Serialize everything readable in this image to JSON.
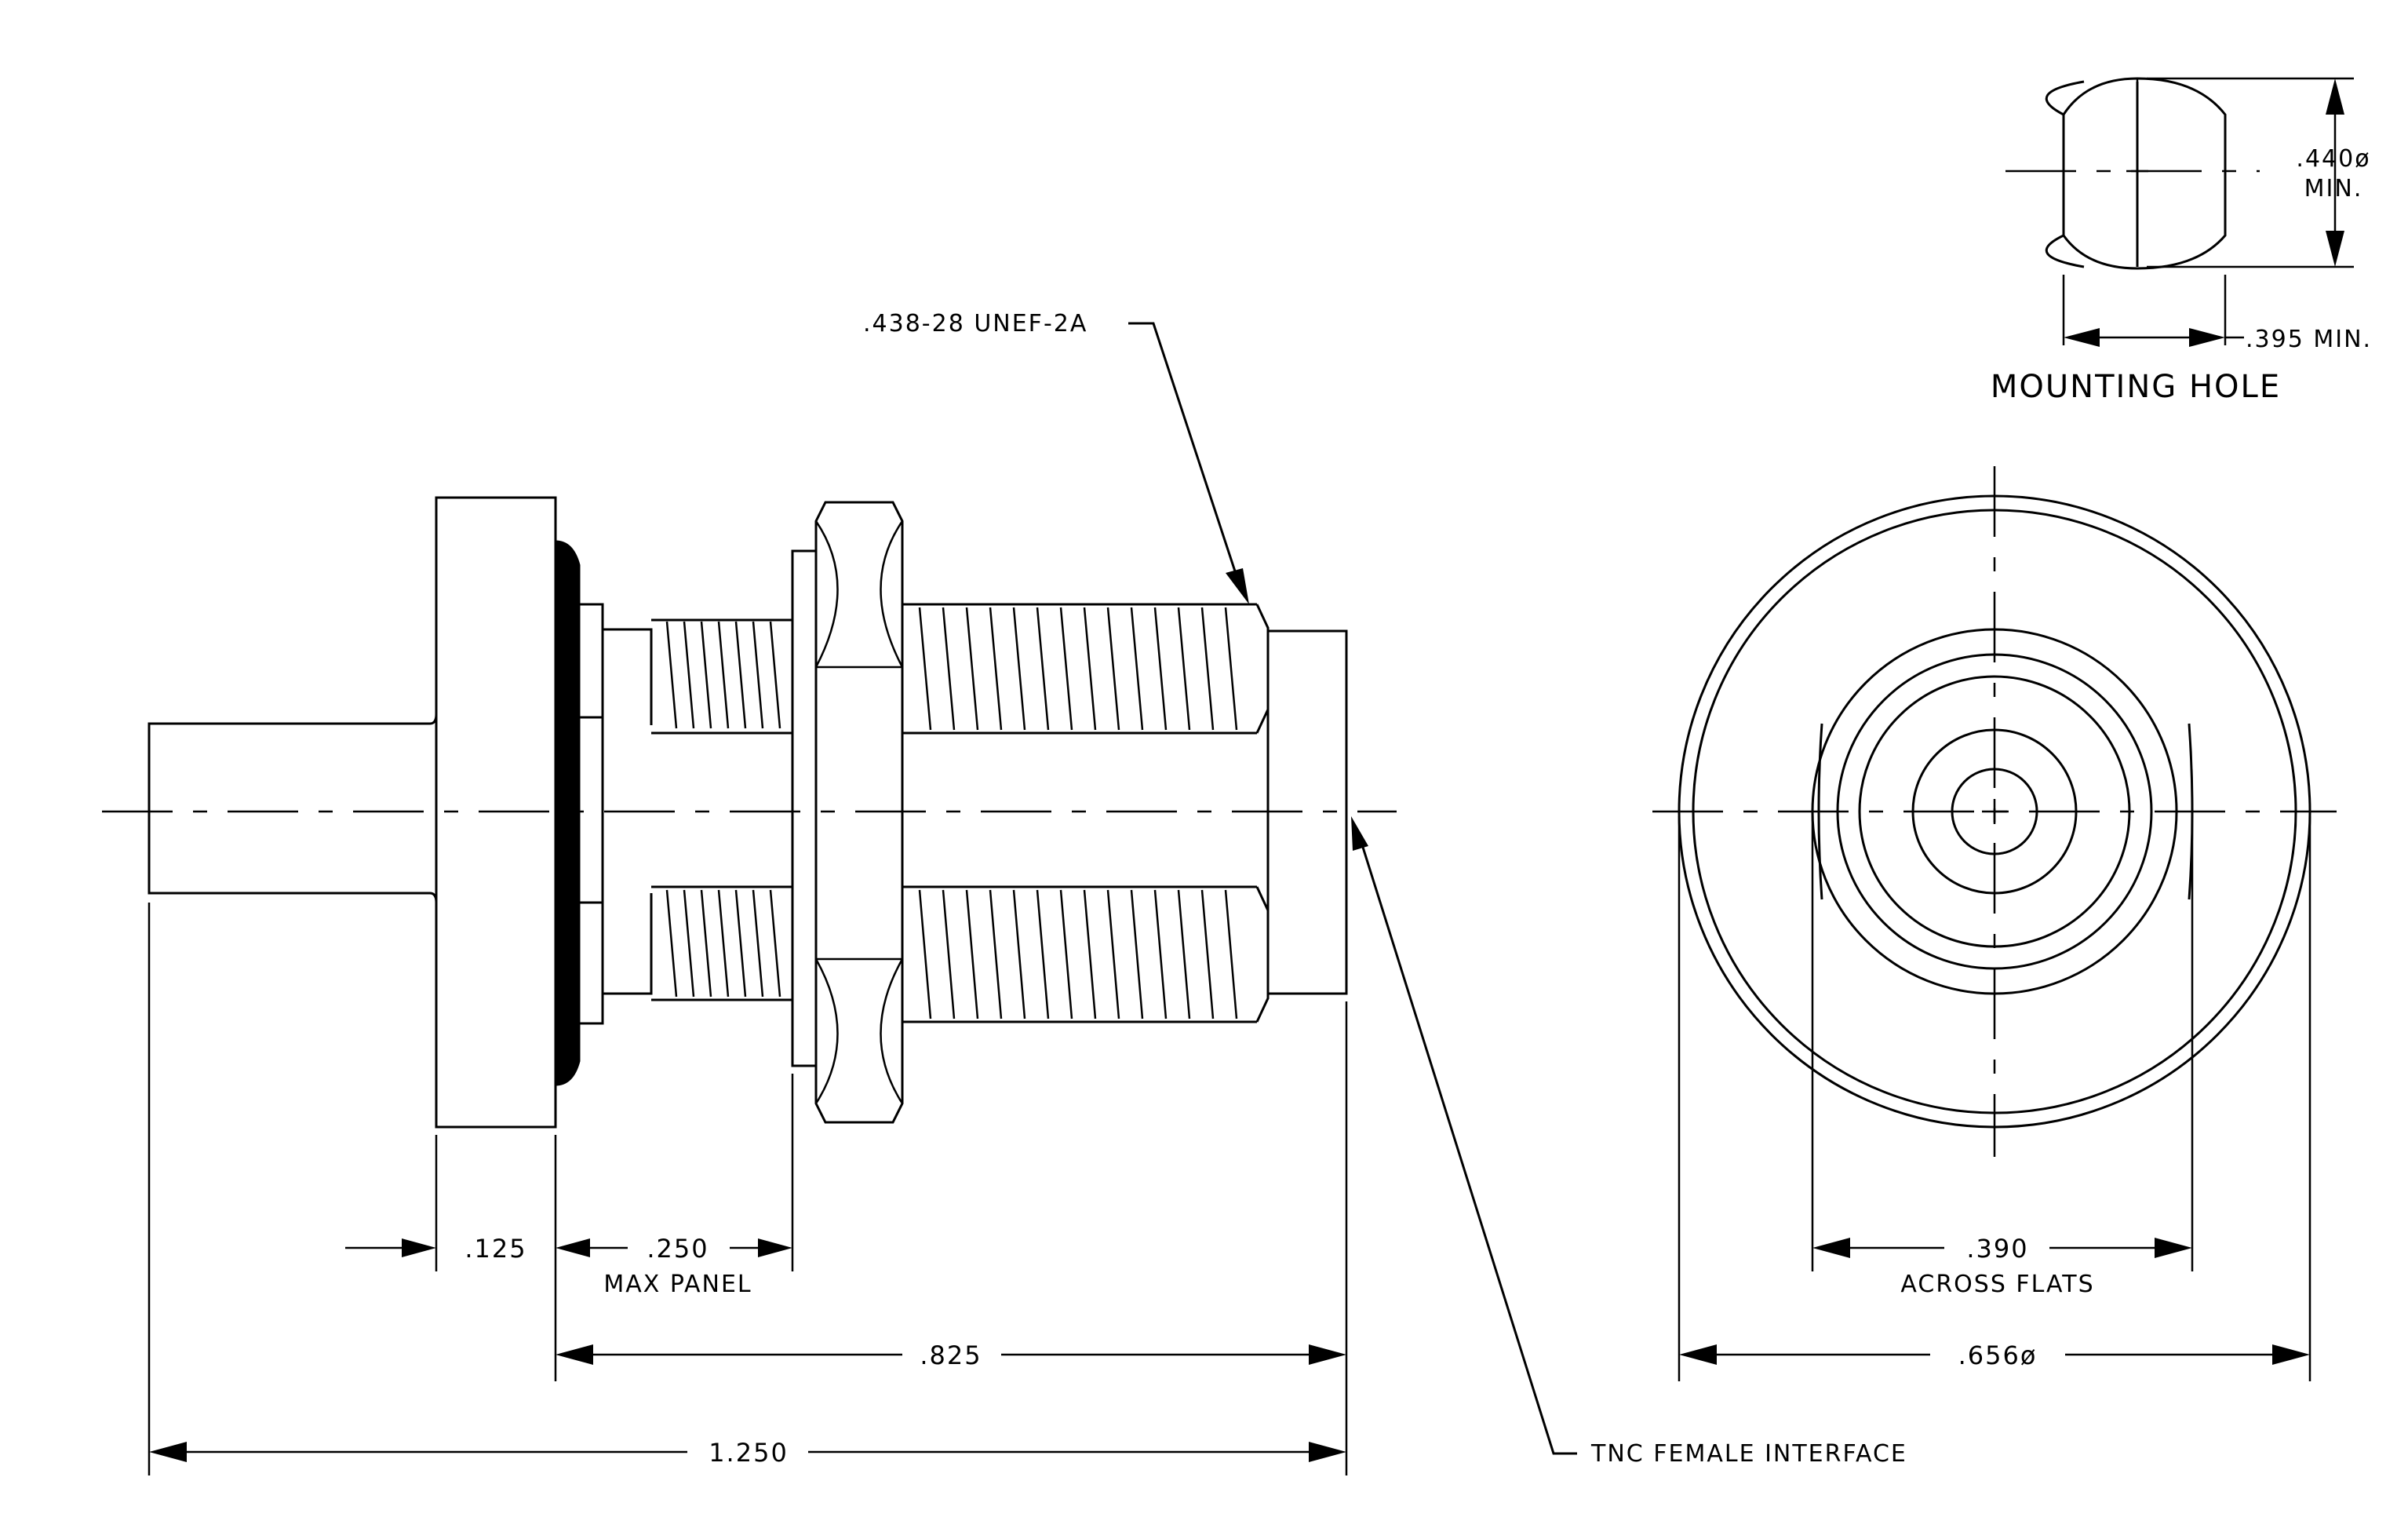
{
  "side_view": {
    "thread_callout": ".438-28 UNEF-2A",
    "interface_callout": "TNC FEMALE INTERFACE",
    "dim_flange": ".125",
    "dim_panel_value": ".250",
    "dim_panel_note": "MAX PANEL",
    "dim_front": ".825",
    "dim_overall": "1.250"
  },
  "end_view": {
    "dim_flats_value": ".390",
    "dim_flats_note": "ACROSS FLATS",
    "dim_diameter": ".656ø"
  },
  "mounting_hole": {
    "title": "MOUNTING HOLE",
    "dim_height_value": ".440ø",
    "dim_height_note": "MIN.",
    "dim_width": ".395 MIN."
  }
}
